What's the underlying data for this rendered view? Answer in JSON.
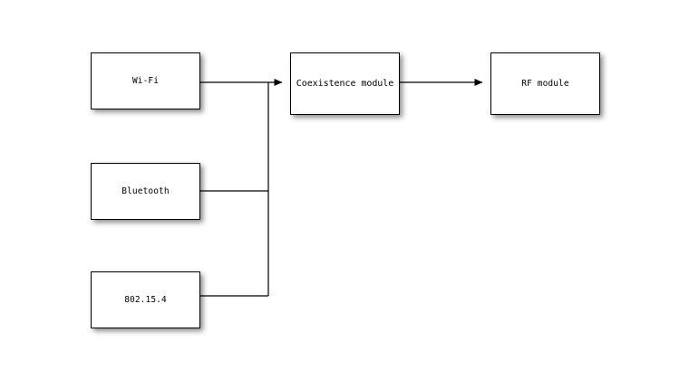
{
  "diagram": {
    "type": "block-diagram",
    "background_color": "#ffffff",
    "line_color": "#000000",
    "node_fill_color": "#ffffff",
    "nodes": [
      {
        "id": "wifi",
        "label": "Wi-Fi"
      },
      {
        "id": "bluetooth",
        "label": "Bluetooth"
      },
      {
        "id": "zigbee",
        "label": "802.15.4"
      },
      {
        "id": "coexistence",
        "label": "Coexistence module"
      },
      {
        "id": "rf",
        "label": "RF module"
      }
    ],
    "edges": [
      {
        "from": "wifi",
        "to": "coexistence",
        "arrow": true
      },
      {
        "from": "bluetooth",
        "to": "coexistence",
        "arrow": false
      },
      {
        "from": "zigbee",
        "to": "coexistence",
        "arrow": false
      },
      {
        "from": "coexistence",
        "to": "rf",
        "arrow": true
      }
    ]
  }
}
